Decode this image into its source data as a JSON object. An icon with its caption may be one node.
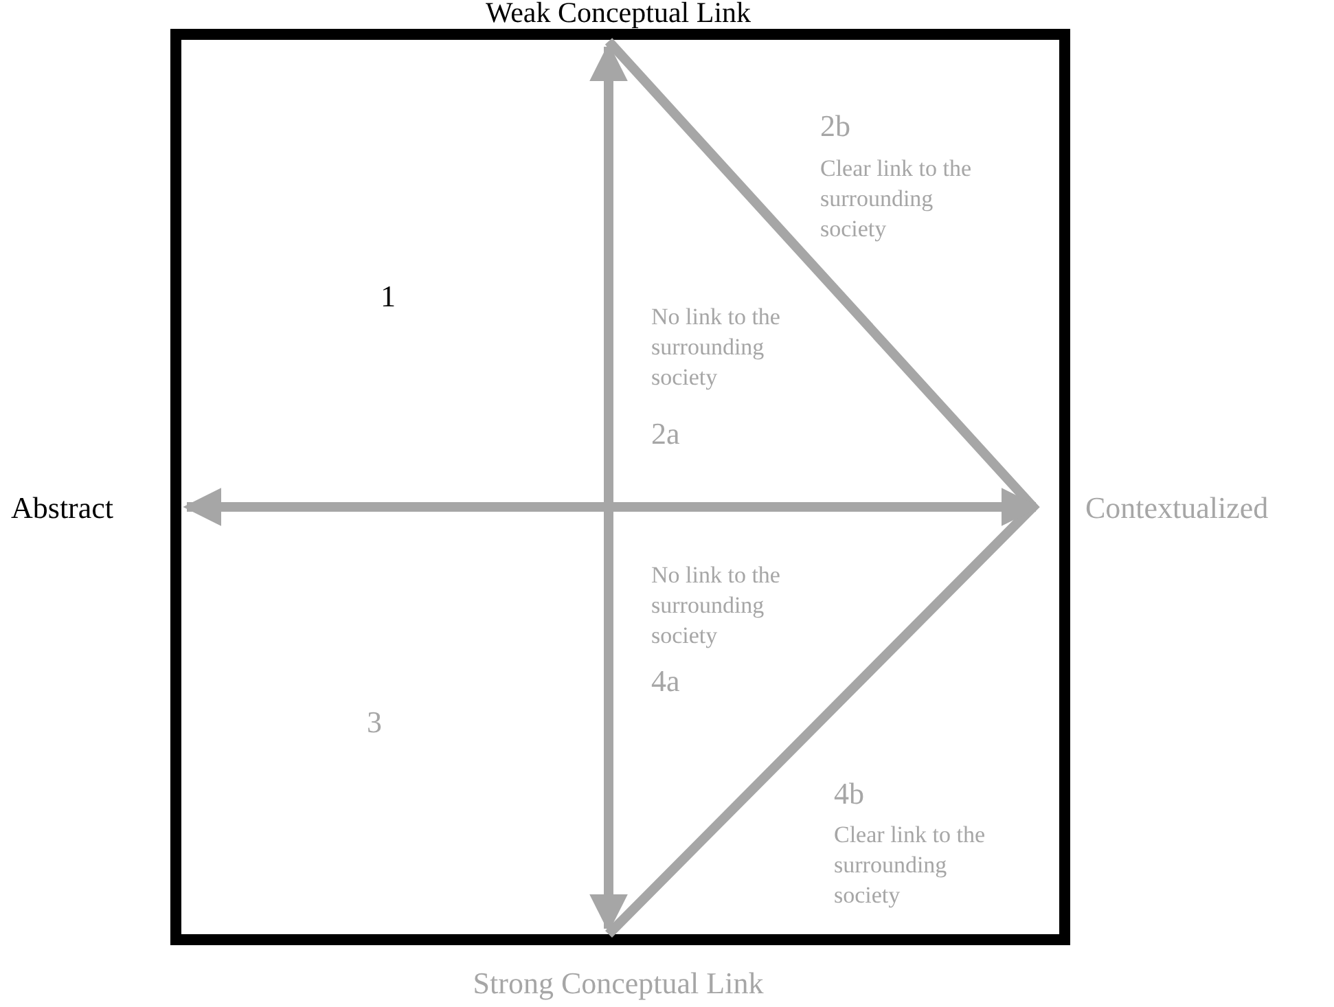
{
  "diagram": {
    "labels": [
      "Weak Conceptual Link",
      "2b",
      "Clear link to the surrounding society",
      "1",
      "No link to the surrounding society",
      "2a",
      "Abstract",
      "Contextualized",
      "No link to the surrounding society",
      "4a",
      "3",
      "4b",
      "Clear link to the surrounding society",
      "Strong Conceptual Link"
    ]
  }
}
